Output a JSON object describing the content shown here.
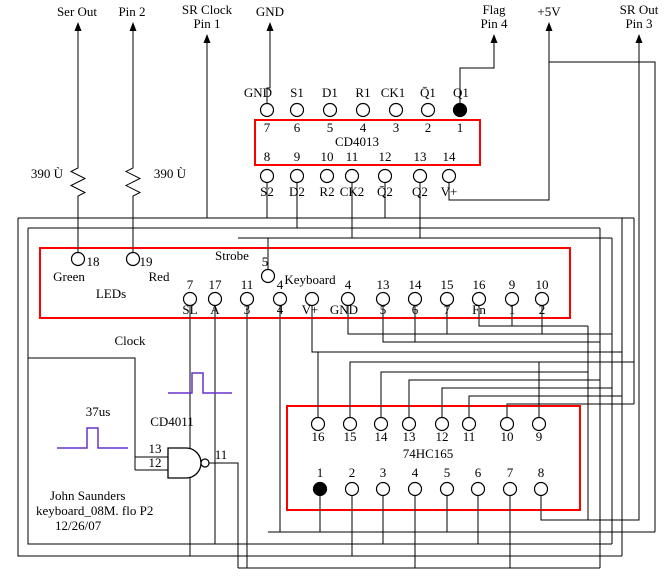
{
  "colors": {
    "box_red": "#ff0000",
    "wire": "#000000",
    "pulse": "#6633cc"
  },
  "top_terminals": [
    {
      "line1": "Ser Out",
      "line2": ""
    },
    {
      "line1": "Pin 2",
      "line2": ""
    },
    {
      "line1": "SR Clock",
      "line2": "Pin 1"
    },
    {
      "line1": "GND",
      "line2": ""
    },
    {
      "line1": "Flag",
      "line2": "Pin 4"
    },
    {
      "line1": "+5V",
      "line2": ""
    },
    {
      "line1": "SR Out",
      "line2": "Pin 3"
    }
  ],
  "resistors": {
    "r1": "390 Ù",
    "r2": "390 Ù"
  },
  "cd4013": {
    "name": "CD4013",
    "top": [
      {
        "num": "7",
        "label": "GND"
      },
      {
        "num": "6",
        "label": "S1"
      },
      {
        "num": "5",
        "label": "D1"
      },
      {
        "num": "4",
        "label": "R1"
      },
      {
        "num": "3",
        "label": "CK1"
      },
      {
        "num": "2",
        "label": "Q̄1"
      },
      {
        "num": "1",
        "label": "Q1"
      }
    ],
    "bottom": [
      {
        "num": "8",
        "label": "S2"
      },
      {
        "num": "9",
        "label": "D2"
      },
      {
        "num": "10",
        "label": "R2"
      },
      {
        "num": "11",
        "label": "CK2"
      },
      {
        "num": "12",
        "label": "Q̄2"
      },
      {
        "num": "13",
        "label": "Q2"
      },
      {
        "num": "14",
        "label": "V+"
      }
    ]
  },
  "keyboard": {
    "name": "Keyboard",
    "leds_caption": "LEDs",
    "green": {
      "num": "18",
      "label": "Green"
    },
    "red": {
      "num": "19",
      "label": "Red"
    },
    "strobe": {
      "caption": "Strobe",
      "num": "5"
    },
    "pins": [
      {
        "num": "7",
        "label": "SL"
      },
      {
        "num": "17",
        "label": "A"
      },
      {
        "num": "11",
        "label": "3"
      },
      {
        "num": "4",
        "label": "4"
      },
      {
        "num": "",
        "label": "V+"
      },
      {
        "num": "4",
        "label": "GND"
      },
      {
        "num": "13",
        "label": "5"
      },
      {
        "num": "14",
        "label": "6"
      },
      {
        "num": "15",
        "label": "7"
      },
      {
        "num": "16",
        "label": "Fn"
      },
      {
        "num": "9",
        "label": "1"
      },
      {
        "num": "10",
        "label": "2"
      }
    ]
  },
  "hc165": {
    "name": "74HC165",
    "top_nums": [
      "16",
      "15",
      "14",
      "13",
      "12",
      "11",
      "10",
      "9"
    ],
    "bottom_nums": [
      "1",
      "2",
      "3",
      "4",
      "5",
      "6",
      "7",
      "8"
    ]
  },
  "cd4011": {
    "name": "CD4011",
    "in1": "13",
    "in2": "12",
    "out": "11"
  },
  "annotations": {
    "clock": "Clock",
    "pulse_width": "37us"
  },
  "footer": {
    "author": "John Saunders",
    "file": "keyboard_08M. flo P2",
    "date": "12/26/07"
  }
}
